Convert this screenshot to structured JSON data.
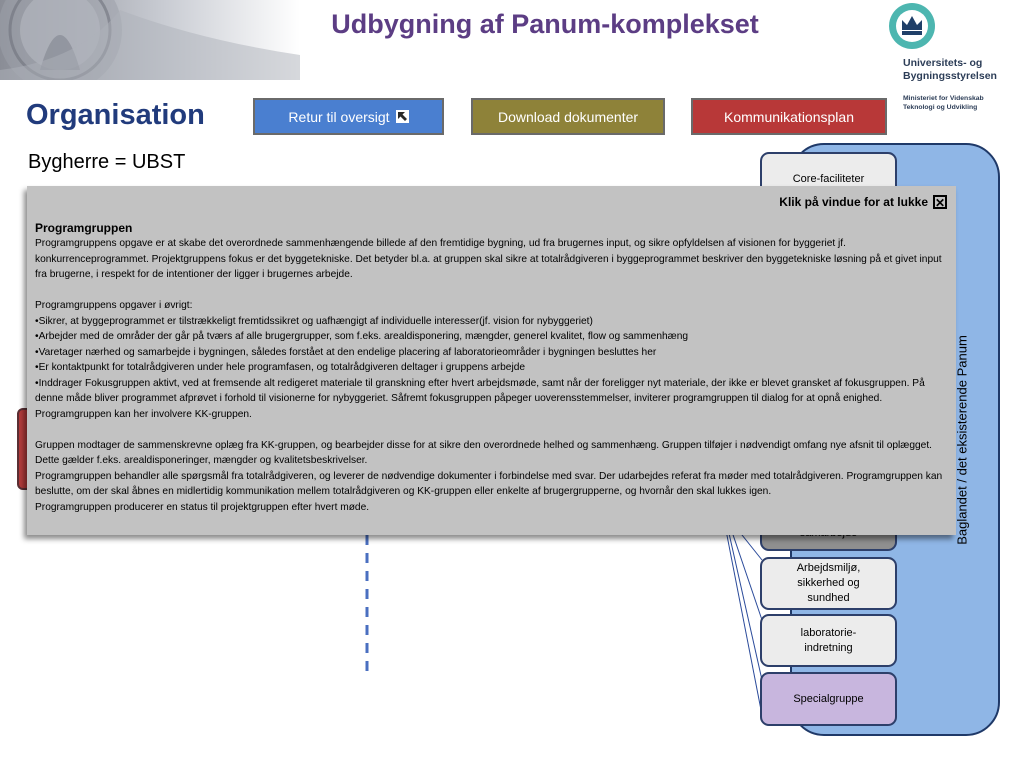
{
  "header": {
    "title": "Udbygning af Panum-komplekset",
    "section_title": "Organisation"
  },
  "logo": {
    "name": "Universitets- og\nBygningsstyrelsen",
    "subtitle": "Ministeriet for Videnskab\nTeknologi og Udvikling"
  },
  "nav": {
    "back_label": "Retur til oversigt",
    "download_label": "Download dokumenter",
    "comm_label": "Kommunikationsplan"
  },
  "content": {
    "bygherre": "Bygherre = UBST"
  },
  "sidebar": {
    "panel_label": "Baglandet / det eksisterende Panum",
    "boxes": [
      "Core-faciliteter",
      "samarbejde",
      "Arbejdsmiljø,\nsikkerhed og\nsundhed",
      "laboratorie-\nindretning",
      "Specialgruppe"
    ]
  },
  "overlay": {
    "close_label": "Klik på vindue for at lukke",
    "title": "Programgruppen",
    "body": "Programgruppens opgave er at skabe det overordnede sammenhængende billede af den fremtidige bygning, ud fra brugernes input, og sikre opfyldelsen af visionen for byggeriet jf. konkurrenceprogrammet. Projektgruppens fokus er det byggetekniske. Det betyder bl.a. at gruppen skal sikre at totalrådgiveren i byggeprogrammet beskriver den byggetekniske løsning på et givet input fra brugerne, i respekt for de intentioner der ligger i brugernes arbejde.\n\nProgramgruppens opgaver i øvrigt:\n•Sikrer, at byggeprogrammet er tilstrækkeligt fremtidssikret og uafhængigt af individuelle interesser(jf. vision for nybyggeriet)\n•Arbejder med de områder der går på tværs af alle brugergrupper, som f.eks. arealdisponering, mængder, generel kvalitet, flow og sammenhæng\n•Varetager nærhed og samarbejde i bygningen, således forstået at den endelige placering af laboratorieområder i bygningen besluttes her\n•Er kontaktpunkt for totalrådgiveren under hele programfasen, og totalrådgiveren deltager i gruppens arbejde\n•Inddrager Fokusgruppen aktivt, ved at fremsende alt redigeret materiale til granskning efter hvert arbejdsmøde, samt når der foreligger nyt materiale, der ikke er blevet gransket af fokusgruppen. På denne måde bliver programmet afprøvet i forhold til visionerne for nybyggeriet. Såfremt fokusgruppen påpeger uoverensstemmelser, inviterer programgruppen til dialog for at opnå enighed. Programgruppen kan her involvere KK-gruppen.\n\nGruppen modtager de sammenskrevne oplæg fra KK-gruppen, og bearbejder disse for at sikre den overordnede helhed og sammenhæng. Gruppen tilføjer i nødvendigt omfang nye afsnit til oplægget. Dette gælder f.eks. arealdisponeringer, mængder og kvalitetsbeskrivelser.\nProgramgruppen behandler alle spørgsmål fra totalrådgiveren, og leverer de nødvendige dokumenter i forbindelse med svar. Der udarbejdes referat fra møder med totalrådgiveren. Programgruppen kan beslutte, om der skal åbnes en midlertidig kommunikation mellem totalrådgiveren og KK-gruppen eller enkelte af brugergrupperne, og hvornår den skal lukkes igen.\nProgramgruppen producerer en status til projektgruppen efter hvert møde."
  }
}
